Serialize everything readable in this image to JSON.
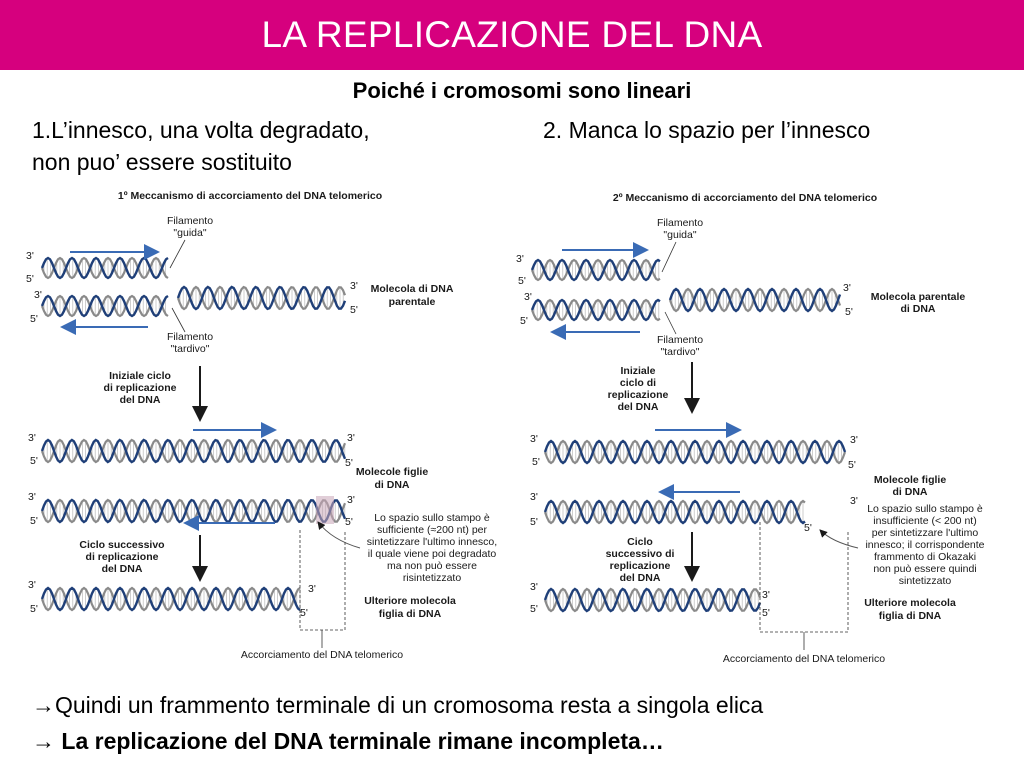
{
  "title": "LA REPLICAZIONE DEL DNA",
  "subtitle": "Poiché i cromosomi sono lineari",
  "points": {
    "first_line1": "1.L’innesco, una volta degradato,",
    "first_line2": "non puo’ essere sostituito",
    "second": "2.  Manca lo spazio per l’innesco"
  },
  "footer": {
    "line1": "Quindi un frammento terminale di un cromosoma resta a singola elica",
    "line2": "La replicazione del DNA terminale rimane incompleta…",
    "arrow_glyph": "→"
  },
  "colors": {
    "title_bar": "#d6007e",
    "strand_dark": "#1f3f78",
    "strand_light": "#8a8a8a",
    "arrow_blue": "#3a6bb5"
  },
  "diagrams": [
    {
      "heading": "1º Meccanismo di accorciamento del DNA telomerico",
      "filamento_guida": [
        "Filamento",
        "\"guida\""
      ],
      "filamento_tardivo": [
        "Filamento",
        "\"tardivo\""
      ],
      "molecola_parentale": [
        "Molecola di DNA",
        "parentale"
      ],
      "ciclo_iniziale": [
        "Iniziale ciclo",
        "di replicazione",
        "del DNA"
      ],
      "molecole_figlie": [
        "Molecole figlie",
        "di DNA"
      ],
      "nota": [
        "Lo spazio sullo stampo è",
        "sufficiente (≈200 nt) per",
        "sintetizzare l'ultimo innesco,",
        "il quale viene poi degradato",
        "ma non può essere",
        "risintetizzato"
      ],
      "ciclo_successivo": [
        "Ciclo successivo",
        "di replicazione",
        "del DNA"
      ],
      "ulteriore": [
        "Ulteriore molecola",
        "figlia di DNA"
      ],
      "accorciamento": "Accorciamento del DNA telomerico"
    },
    {
      "heading": "2º Meccanismo di accorciamento del DNA telomerico",
      "filamento_guida": [
        "Filamento",
        "\"guida\""
      ],
      "filamento_tardivo": [
        "Filamento",
        "\"tardivo\""
      ],
      "molecola_parentale": [
        "Molecola parentale",
        "di DNA"
      ],
      "ciclo_iniziale": [
        "Iniziale",
        "ciclo di",
        "replicazione",
        "del DNA"
      ],
      "molecole_figlie": [
        "Molecole figlie",
        "di DNA"
      ],
      "nota": [
        "Lo spazio sullo stampo è",
        "insufficiente (< 200 nt)",
        "per sintetizzare l'ultimo",
        "innesco; il corrispondente",
        "frammento di Okazaki",
        "non può essere quindi",
        "sintetizzato"
      ],
      "ciclo_successivo": [
        "Ciclo",
        "successivo di",
        "replicazione",
        "del DNA"
      ],
      "ulteriore": [
        "Ulteriore molecola",
        "figlia di DNA"
      ],
      "accorciamento": "Accorciamento del DNA telomerico"
    }
  ],
  "strand_ends": {
    "three": "3'",
    "five": "5'"
  }
}
